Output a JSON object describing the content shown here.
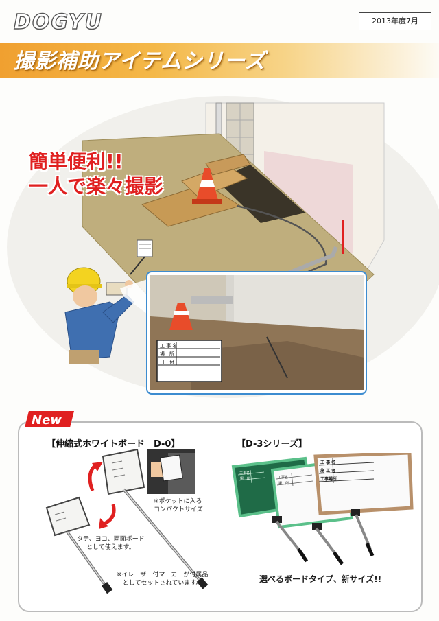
{
  "header": {
    "logo_text": "DOGYU",
    "date": "2013年度7月"
  },
  "title": "撮影補助アイテムシリーズ",
  "hero": {
    "slogan_line1": "簡単便利!!",
    "slogan_line2": "一人で楽々撮影",
    "board_rows": [
      "工 事 名",
      "場　所",
      "日　付"
    ]
  },
  "new_section": {
    "badge": "New",
    "product1": {
      "title": "【伸縮式ホワイトボード　D-0】",
      "note_pocket_line1": "※ポケットに入る",
      "note_pocket_line2": "コンパクトサイズ!",
      "note_use_line1": "タテ、ヨコ、両面ボード",
      "note_use_line2": "として使えます。",
      "note_marker_line1": "※イレーザー付マーカーが付属品",
      "note_marker_line2": "としてセットされています。"
    },
    "product2": {
      "title": "【D-3シリーズ】",
      "board_green_rows": [
        "工事名",
        "場　所"
      ],
      "board_white_rows": [
        "工事名",
        "場　所"
      ],
      "board_brown_rows": [
        "工 事 名",
        "施 工 者",
        "工事場所"
      ],
      "caption": "選べるボードタイプ、新サイズ!!"
    }
  },
  "colors": {
    "accent_orange": "#f0a030",
    "slogan_red": "#e02020",
    "frame_blue": "#3c8cd0",
    "board_green": "#1f6b47",
    "board_brown": "#b8906a"
  }
}
